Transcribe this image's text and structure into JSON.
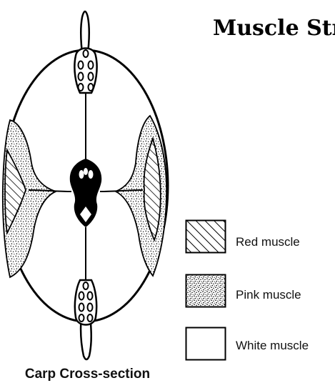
{
  "title": "Muscle Structure",
  "caption": "Carp Cross-section",
  "legend": {
    "red": "Red muscle",
    "pink": "Pink muscle",
    "white": "White muscle"
  }
}
